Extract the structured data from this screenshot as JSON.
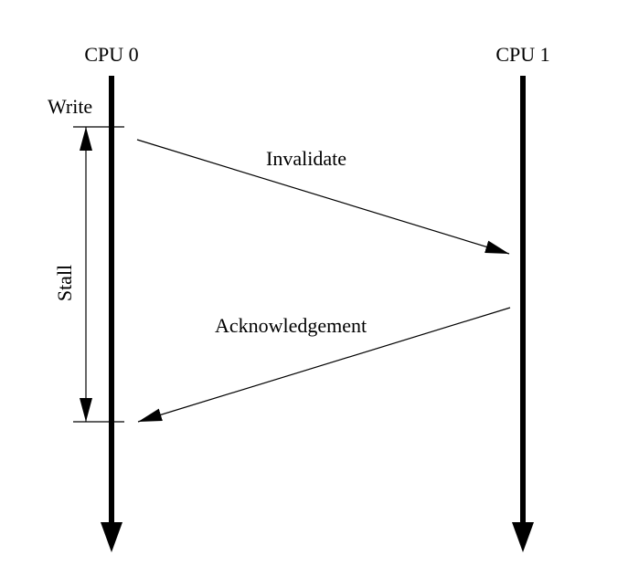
{
  "cpus": {
    "cpu0": {
      "label": "CPU 0"
    },
    "cpu1": {
      "label": "CPU 1"
    }
  },
  "events": {
    "write": "Write",
    "stall": "Stall"
  },
  "messages": {
    "invalidate": "Invalidate",
    "acknowledgement": "Acknowledgement"
  }
}
